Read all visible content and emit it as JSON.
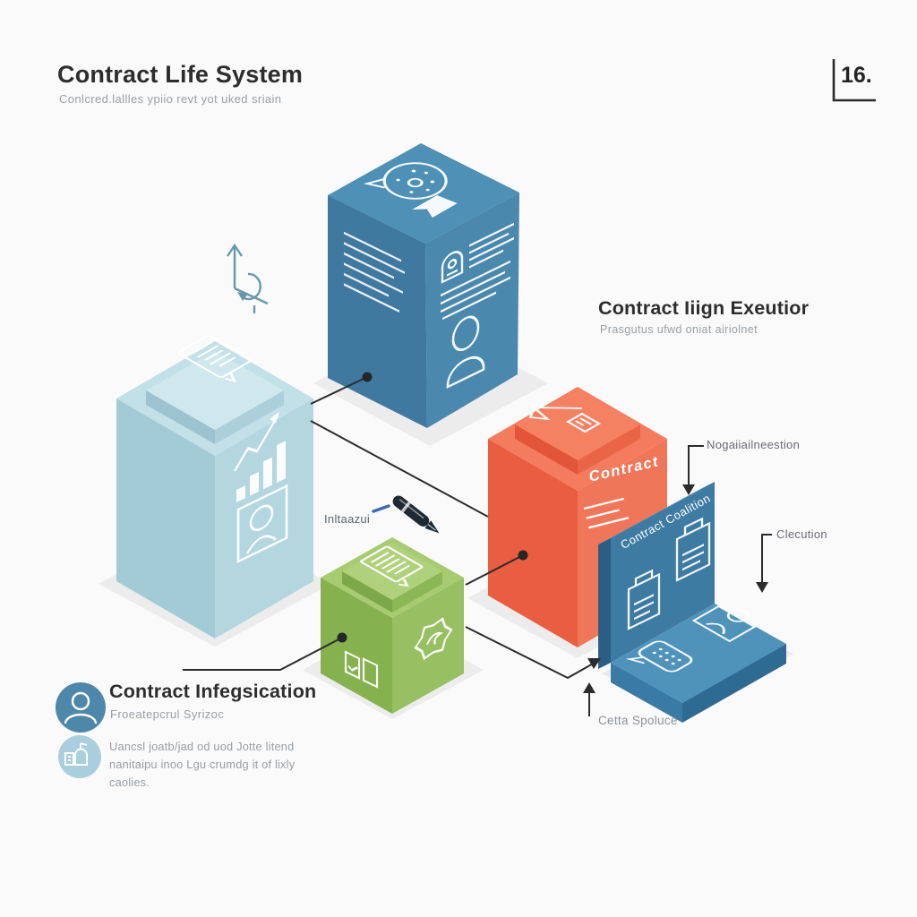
{
  "header": {
    "title": "Contract Life System",
    "subtitle": "Conlcred.lallles ypiio revt yot uked sriain"
  },
  "badge": {
    "number": "16."
  },
  "execution": {
    "title": "Contract Iiign Exeutior",
    "subtitle": "Prasgutus ufwd oniat airiolnet"
  },
  "integration": {
    "title": "Contract Infegsication",
    "subtitle": "Froeatepcrul Syrizoc",
    "description": "Uancsl joatb/jad od uod Jotte litend nanitaipu inoo Lgu crumdg it of lixly caolies."
  },
  "callouts": {
    "negotiation": "Nogaiiailneestion",
    "execution": "Clecution",
    "data_source": "Cetta Spoluce",
    "initiation": "Inltaazui"
  },
  "red_block": {
    "label": "Contract"
  },
  "panel": {
    "title": "Contract Coalition"
  },
  "icons": {
    "corner_bracket": "L-bracket frame",
    "axis_refresh": "up arrow with rotation loop",
    "ai_speech_bubble": "speech bubble with sparkles and bookmark",
    "document_lines": "document with text lines",
    "growth_chart": "bar chart with rising arrow",
    "person_frame": "person portrait in frame",
    "id_badge": "badge with person and text lines",
    "person_outline": "person bust outline",
    "pen_flag_document": "pen flag with document",
    "contract_seal": "jagged seal stamp",
    "documents_pair": "two documents",
    "fountain_pen": "fountain pen",
    "chat_dots": "speech bubble with dots",
    "person_card": "person id card",
    "person_avatar": "person in circle",
    "building_stamp": "building in circle"
  },
  "colors": {
    "background": "#fafafa",
    "blue_block": "#4a88ae",
    "light_blue_block": "#aed3dc",
    "red_block": "#ec6a4c",
    "green_block": "#96c05f",
    "panel_blue": "#4386b0",
    "connector": "#2b2b2b",
    "teal_glyph": "#6798aa",
    "text_dark": "#2d2d2d",
    "text_gray": "#9a9fa4",
    "label_gray": "#6a6a76"
  }
}
